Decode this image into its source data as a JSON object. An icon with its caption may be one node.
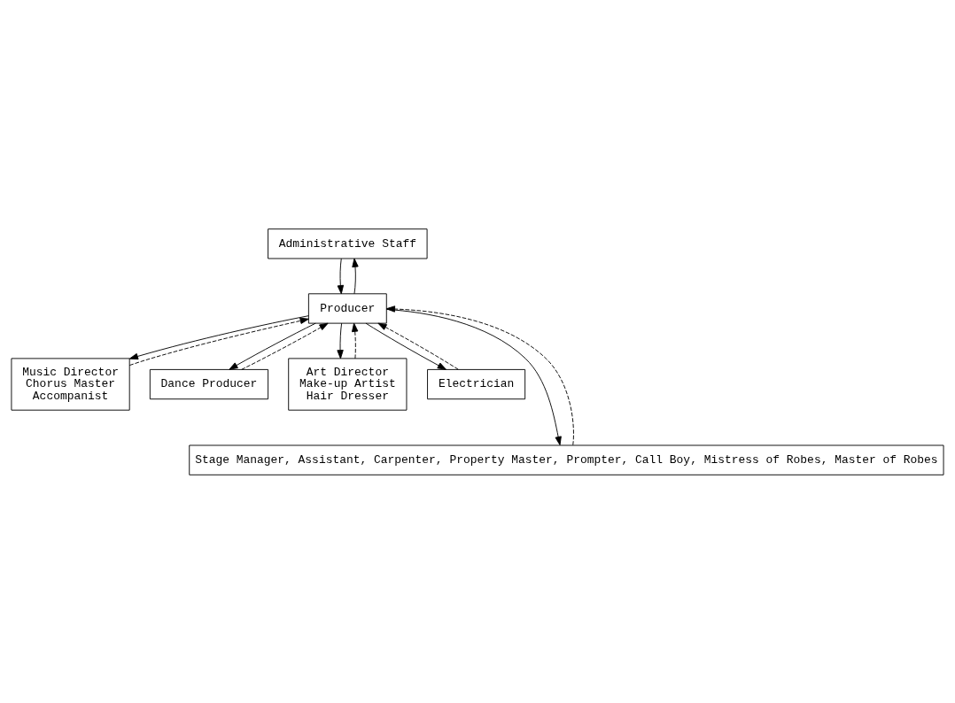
{
  "diagram": {
    "nodes": [
      {
        "text": [
          "Administrative Staff"
        ]
      },
      {
        "text": [
          "Producer"
        ]
      },
      {
        "text": [
          "Music Director",
          "Chorus Master",
          "Accompanist"
        ]
      },
      {
        "text": [
          "Dance Producer"
        ]
      },
      {
        "text": [
          "Art Director",
          "Make-up Artist",
          "Hair Dresser"
        ]
      },
      {
        "text": [
          "Electrician"
        ]
      },
      {
        "text": [
          "Stage Manager, Assistant, Carpenter, Property Master, Prompter, Call Boy, Mistress of Robes, Master of Robes"
        ]
      }
    ],
    "edges": [
      {
        "from": 0,
        "to": 1,
        "arrow": "to"
      },
      {
        "from": 1,
        "to": 0,
        "arrow": "to"
      },
      {
        "from": 1,
        "to": 2,
        "arrow": "to"
      },
      {
        "from": 1,
        "to": 3,
        "arrow": "to"
      },
      {
        "from": 1,
        "to": 4,
        "arrow": "to"
      },
      {
        "from": 1,
        "to": 5,
        "arrow": "to"
      },
      {
        "from": 1,
        "to": 6,
        "arrow": "to"
      },
      {
        "from": 2,
        "to": 1,
        "arrow": "to",
        "style": "dashed"
      },
      {
        "from": 3,
        "to": 1,
        "arrow": "to",
        "style": "dashed"
      },
      {
        "from": 6,
        "to": 1,
        "arrow": "to",
        "style": "dashed"
      },
      {
        "from": 4,
        "to": 1,
        "arrow": "to",
        "style": "dashed"
      },
      {
        "from": 5,
        "to": 1,
        "arrow": "to",
        "style": "dashed"
      }
    ]
  }
}
